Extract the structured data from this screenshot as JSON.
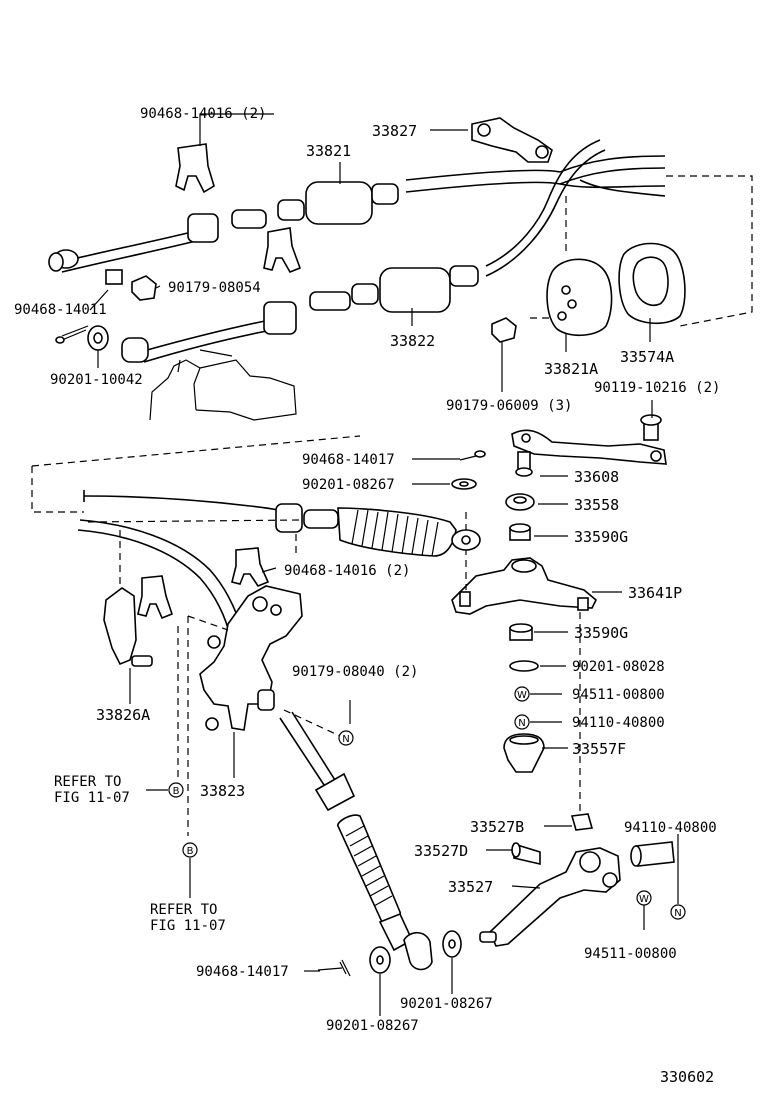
{
  "figure_number": "330602",
  "labels": {
    "l_90468_14016_top": "90468-14016 (2)",
    "l_33827": "33827",
    "l_33821": "33821",
    "l_90179_08054": "90179-08054",
    "l_90468_14011": "90468-14011",
    "l_90201_10042": "90201-10042",
    "l_33822": "33822",
    "l_33821A": "33821A",
    "l_33574A": "33574A",
    "l_90179_06009": "90179-06009 (3)",
    "l_90119_10216": "90119-10216 (2)",
    "l_90468_14017_mid": "90468-14017",
    "l_33608": "33608",
    "l_90201_08267_mid": "90201-08267",
    "l_33558": "33558",
    "l_33590G_a": "33590G",
    "l_90468_14016_mid": "90468-14016 (2)",
    "l_33641P": "33641P",
    "l_33590G_b": "33590G",
    "l_90201_08028": "90201-08028",
    "l_94511_00800_a": "94511-00800",
    "l_94110_40800_a": "94110-40800",
    "l_33557F": "33557F",
    "l_33826A": "33826A",
    "l_90179_08040": "90179-08040 (2)",
    "l_33823": "33823",
    "l_refer_to_1": "REFER TO",
    "l_fig_1": "FIG 11-07",
    "l_refer_to_2": "REFER TO",
    "l_fig_2": "FIG 11-07",
    "l_33527B": "33527B",
    "l_94110_40800_b": "94110-40800",
    "l_33527D": "33527D",
    "l_33527": "33527",
    "l_94511_00800_b": "94511-00800",
    "l_90468_14017_bot": "90468-14017",
    "l_90201_08267_b": "90201-08267",
    "l_90201_08267_c": "90201-08267"
  },
  "markers": {
    "b": "B",
    "n": "N",
    "w": "W"
  }
}
